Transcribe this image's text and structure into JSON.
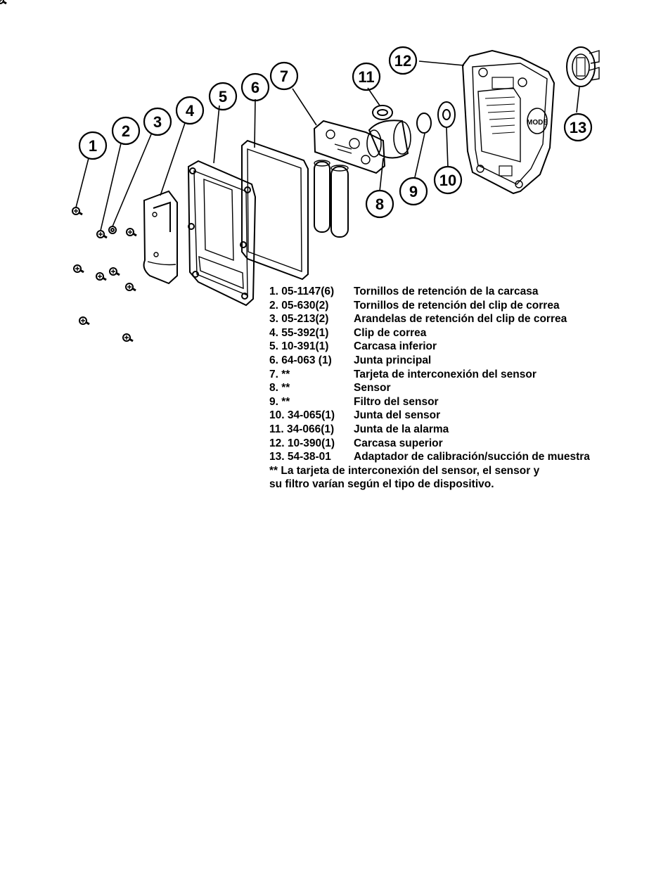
{
  "callouts": [
    "1",
    "2",
    "3",
    "4",
    "5",
    "6",
    "7",
    "8",
    "9",
    "10",
    "11",
    "12",
    "13"
  ],
  "device_label": "MODE",
  "parts": [
    {
      "code": "1.  05-1147(6)",
      "desc": "Tornillos de retención de la carcasa"
    },
    {
      "code": "2.  05-630(2)",
      "desc": "Tornillos de retención del clip de correa"
    },
    {
      "code": "3.  05-213(2)",
      "desc": "Arandelas de retención del clip de correa"
    },
    {
      "code": "4.  55-392(1)",
      "desc": "Clip de correa"
    },
    {
      "code": "5.  10-391(1)",
      "desc": "Carcasa inferior"
    },
    {
      "code": "6.  64-063 (1)",
      "desc": "Junta principal"
    },
    {
      "code": "7.  **",
      "desc": "Tarjeta de interconexión del sensor"
    },
    {
      "code": "8.  **",
      "desc": "Sensor"
    },
    {
      "code": "9.  **",
      "desc": "Filtro del sensor"
    },
    {
      "code": "10. 34-065(1)",
      "desc": "Junta del sensor"
    },
    {
      "code": "11. 34-066(1)",
      "desc": "Junta de la alarma"
    },
    {
      "code": "12. 10-390(1)",
      "desc": "Carcasa superior"
    },
    {
      "code": "13. 54-38-01",
      "desc": "Adaptador de calibración/succión de muestra"
    }
  ],
  "note": {
    "line1": "** La tarjeta de interconexión del sensor, el sensor y",
    "line2": "su filtro varían según el tipo de dispositivo."
  }
}
